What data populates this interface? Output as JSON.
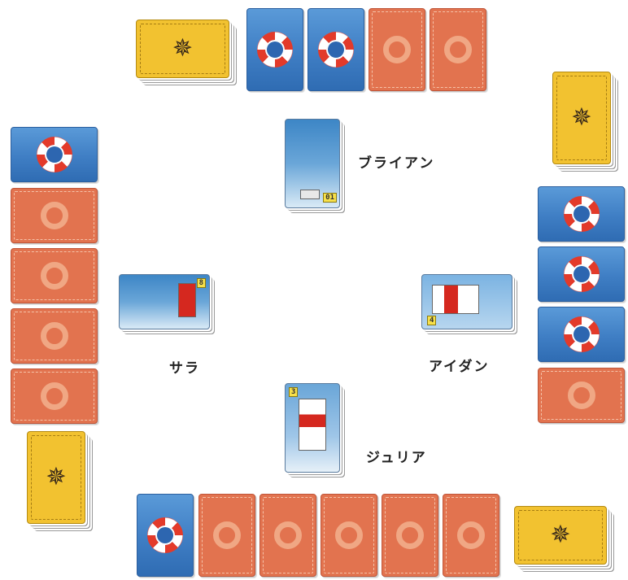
{
  "players": {
    "north": {
      "name": "ブライアン",
      "tide_card": "01"
    },
    "west": {
      "name": "サラ",
      "tide_card": "8"
    },
    "east": {
      "name": "アイダン",
      "tide_card": "4"
    },
    "south": {
      "name": "ジュリア",
      "tide_card": "3"
    }
  },
  "icons": {
    "life_buoy": "life-buoy-icon",
    "compass_rose": "compass-rose-icon",
    "lighthouse": "lighthouse-icon"
  },
  "colors": {
    "token_blue": "#3f7ec4",
    "token_red": "#e2734f",
    "weather_yellow": "#f2c230",
    "buoy_red": "#e33a2a"
  }
}
